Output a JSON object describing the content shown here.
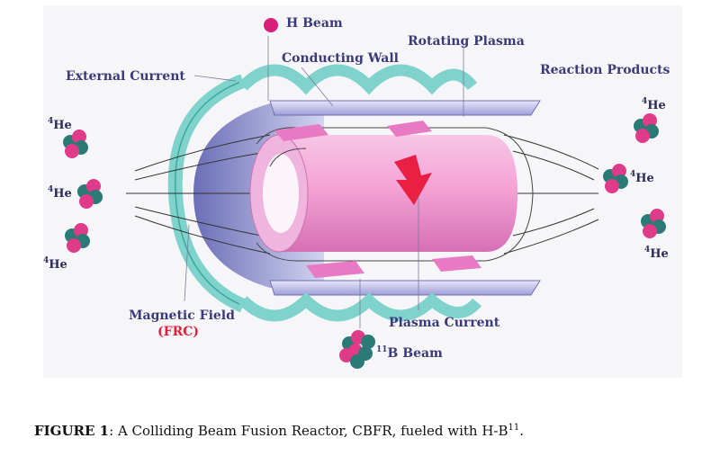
{
  "labels": {
    "h_beam": "H Beam",
    "rotating_plasma": "Rotating Plasma",
    "conducting_wall": "Conducting Wall",
    "external_current": "External Current",
    "reaction_products": "Reaction Products",
    "magnetic_field": "Magnetic Field",
    "frc": "(FRC)",
    "plasma_current": "Plasma Current",
    "b_beam_mass": "11",
    "b_beam": "B Beam"
  },
  "isotopes": {
    "he_mass": "4",
    "he_symbol": "He"
  },
  "caption": {
    "figure_label": "FIGURE 1",
    "text": ": A Colliding Beam Fusion Reactor, CBFR, fueled with H-B",
    "superscript": "11",
    "end": "."
  },
  "colors": {
    "wall_teal": "#7fd3cc",
    "wall_lavender": "#c9c8ec",
    "plasma_pink": "#f3a8d8",
    "arrow_red": "#ea1f44",
    "label_blue": "#3a3a7a",
    "frc_red": "#e0203a"
  }
}
